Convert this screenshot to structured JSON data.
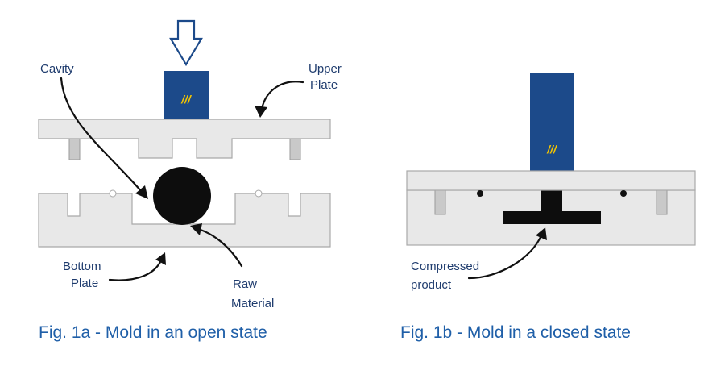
{
  "labels": {
    "cavity": "Cavity",
    "upper_plate_line1": "Upper",
    "upper_plate_line2": "Plate",
    "bottom_plate_line1": "Bottom",
    "bottom_plate_line2": "Plate",
    "raw_material_line1": "Raw",
    "raw_material_line2": "Material",
    "compressed_product_line1": "Compressed",
    "compressed_product_line2": "product",
    "plunger_mark": "///"
  },
  "captions": {
    "fig1a": "Fig. 1a - Mold in an open state",
    "fig1b": "Fig. 1b - Mold in a closed state"
  },
  "colors": {
    "caption": "#1f5fa8",
    "label": "#1f3c6e",
    "plunger": "#1c4a8a",
    "plunger_mark": "#f4c400",
    "plate": "#e8e8e8",
    "material": "#0d0d0d"
  },
  "icons": [
    "down-arrow-icon"
  ]
}
